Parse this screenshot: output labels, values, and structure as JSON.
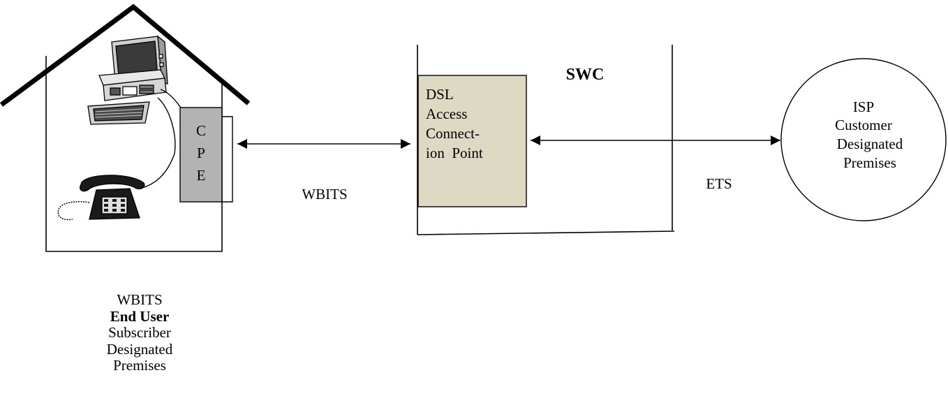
{
  "house": {
    "cpe_letters": [
      "C",
      "P",
      "E"
    ]
  },
  "links": {
    "wbits": "WBITS",
    "ets": "ETS"
  },
  "swc": {
    "title": "SWC",
    "dsl_lines": [
      "DSL",
      "Access",
      "Connect-",
      "ion  Point"
    ]
  },
  "isp": {
    "lines": [
      "ISP",
      "Customer",
      "Designated",
      "Premises"
    ]
  },
  "caption": {
    "line1": "WBITS",
    "line2": "End User",
    "line3": "Subscriber",
    "line4": "Designated",
    "line5": "Premises"
  },
  "colors": {
    "cpe_fill": "#b3b3b3",
    "dsl_fill": "#ddd9c3",
    "line": "#000000"
  }
}
